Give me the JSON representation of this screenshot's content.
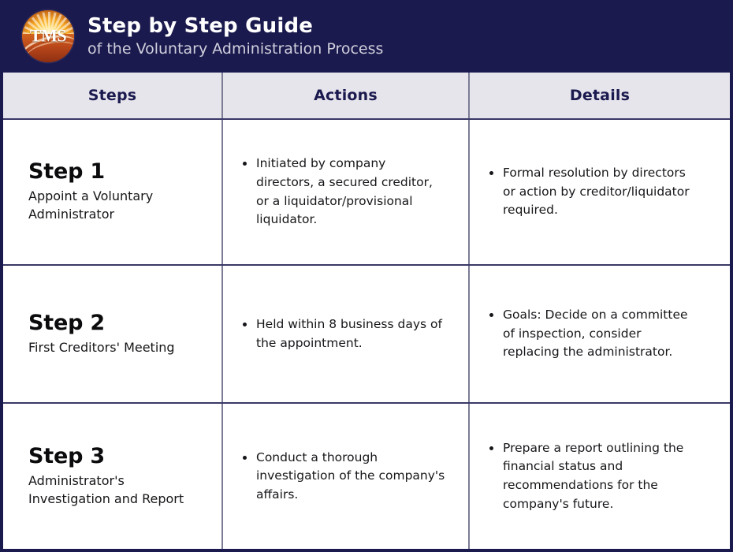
{
  "header": {
    "logo": {
      "name": "tms-logo",
      "monogram": "TMS",
      "ray_count": 13,
      "colors": {
        "sky_bright": "#ffd24a",
        "sun_core": "#ffe9a0",
        "earth": "#c75a1a",
        "ring": "#2d2a5c"
      }
    },
    "title": "Step by Step Guide",
    "subtitle": "of the Voluntary Administration Process",
    "background_color": "#1b1a4e",
    "title_color": "#ffffff",
    "subtitle_color": "#cfcfdd"
  },
  "table": {
    "header_background": "#e6e5ec",
    "header_text_color": "#1b1a4e",
    "divider_color": "#7c7c96",
    "outer_border_color": "#1b1a4e",
    "columns": [
      {
        "key": "steps",
        "label": "Steps"
      },
      {
        "key": "actions",
        "label": "Actions"
      },
      {
        "key": "details",
        "label": "Details"
      }
    ],
    "rows": [
      {
        "step_title": "Step 1",
        "step_desc": "Appoint a Voluntary Administrator",
        "actions": [
          "Initiated by company directors, a secured creditor, or a liquidator/provisional liquidator."
        ],
        "details": [
          "Formal resolution by directors or action by creditor/liquidator required."
        ]
      },
      {
        "step_title": "Step 2",
        "step_desc": "First Creditors' Meeting",
        "actions": [
          "Held within 8 business days of the appointment."
        ],
        "details": [
          "Goals: Decide on a committee of inspection, consider replacing the administrator."
        ]
      },
      {
        "step_title": "Step 3",
        "step_desc": "Administrator's Investigation and Report",
        "actions": [
          "Conduct a thorough investigation of the company's affairs."
        ],
        "details": [
          "Prepare a report outlining the financial status and recommendations for the company's future."
        ]
      }
    ]
  }
}
